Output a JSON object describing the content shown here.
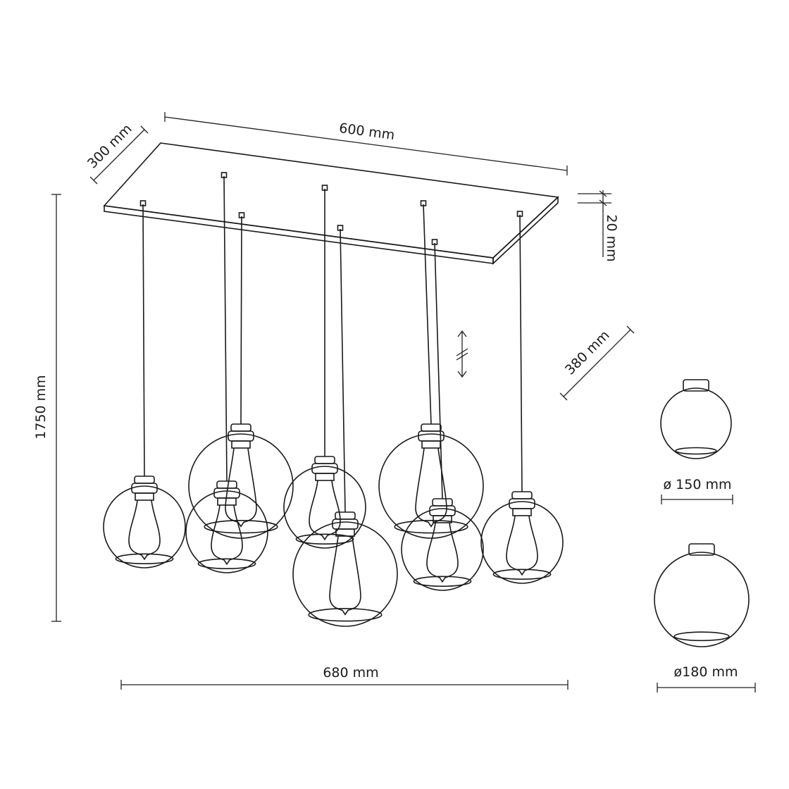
{
  "dimensions": {
    "canopy_length": "600 mm",
    "canopy_width": "300 mm",
    "canopy_height": "20 mm",
    "canopy_diagonal": "380 mm",
    "total_height": "1750 mm",
    "total_width": "680 mm"
  },
  "shades": {
    "small_diameter": "ø 150 mm",
    "large_diameter": "ø180 mm"
  }
}
